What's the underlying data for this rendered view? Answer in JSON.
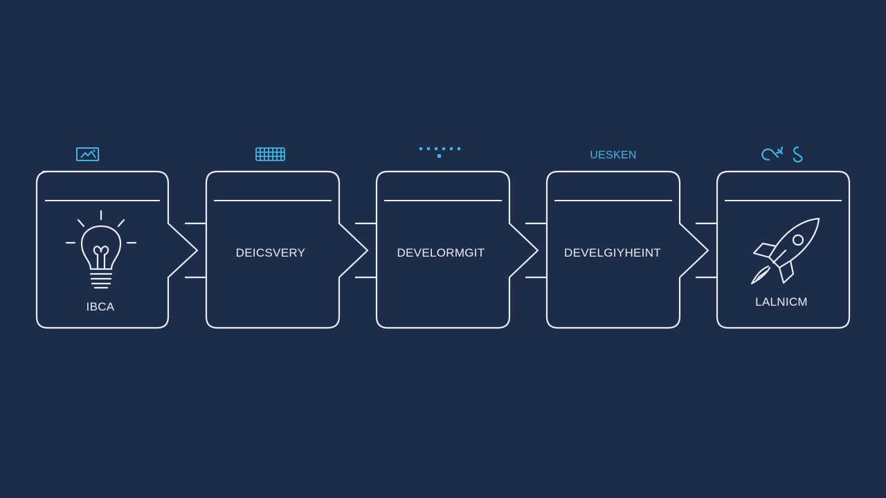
{
  "colors": {
    "background": "#1c2c49",
    "outline": "#e8eef7",
    "accent": "#3fb8e6"
  },
  "stages": [
    {
      "label": "IBCA",
      "header_icon": "image-frame-icon",
      "icon": "lightbulb-icon"
    },
    {
      "label": "DEICSVERY",
      "header_icon": "keyboard-icon",
      "icon": ""
    },
    {
      "label": "DEVELORMGIT",
      "header_icon": "dot-grid-icon",
      "icon": ""
    },
    {
      "label": "DEVELGIYHEINT",
      "header_icon": "",
      "header_text": "UESKEN",
      "icon": ""
    },
    {
      "label": "LALNICM",
      "header_icon": "link-icon",
      "icon": "rocket-icon"
    }
  ]
}
